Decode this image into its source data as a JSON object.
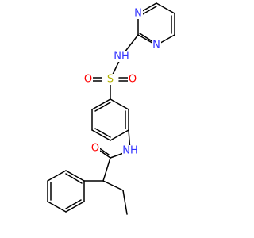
{
  "figure": {
    "kind": "chemical-structure",
    "colors": {
      "bond": "#000000",
      "N": "#3333ff",
      "O": "#ff0000",
      "S": "#b3b300"
    }
  },
  "atoms": {
    "n1": {
      "text": "N",
      "element": "N"
    },
    "n2": {
      "text": "N",
      "element": "N"
    },
    "nh_s": {
      "text": "NH",
      "element": "N"
    },
    "s": {
      "text": "S",
      "element": "S"
    },
    "o1": {
      "text": "O",
      "element": "O"
    },
    "o2": {
      "text": "O",
      "element": "O"
    },
    "nh_a": {
      "text": "NH",
      "element": "N"
    },
    "o3": {
      "text": "O",
      "element": "O"
    }
  }
}
